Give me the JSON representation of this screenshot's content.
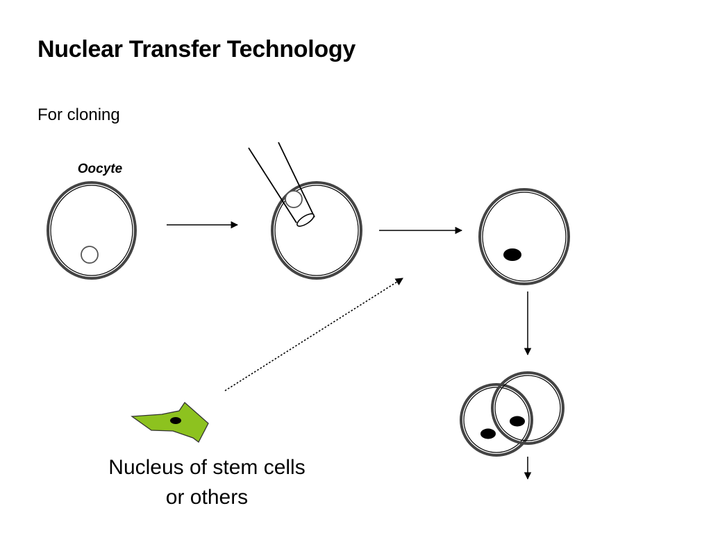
{
  "slide": {
    "title": "Nuclear Transfer Technology",
    "subtitle": "For cloning"
  },
  "diagram": {
    "oocyte_label": "Oocyte",
    "caption_line1": "Nucleus of stem cells",
    "caption_line2": "or others",
    "colors": {
      "stroke": "#000000",
      "membrane_outer": "#444444",
      "donor_cell_fill": "#8dc21f",
      "nucleus_fill": "#000000"
    }
  }
}
